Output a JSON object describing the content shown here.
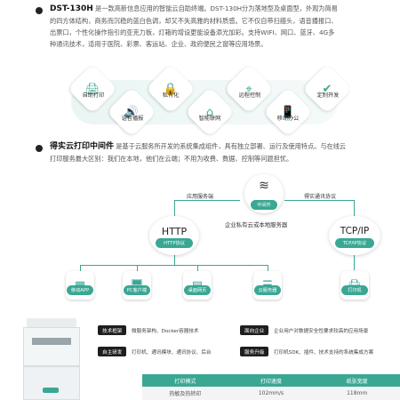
{
  "colors": {
    "accent": "#3aa794",
    "dark": "#1e1e1e"
  },
  "intro": {
    "title": "DST-130H",
    "lines": [
      "是一款高新信息应用的智能云自助终端。DST-130H分为落地型及桌面型，外观为简易",
      "的四方体结构，商务而沉稳的蓝白色调，却又不失高雅的材料质感。它不仅自带扫描头，语音播报口、",
      "出票口，个性化操作指引的亚克力板，灯箱的增设更能设备添光加彩。支持WIFI、网口、蓝牙、4G多",
      "种通讯技术，适用于医院、彩票、客运站、企业、政府便民之窗等应用场景。"
    ]
  },
  "features": [
    {
      "label": "自助打印",
      "icon": "print-icon"
    },
    {
      "label": "语音播报",
      "icon": "speaker-icon"
    },
    {
      "label": "私有化",
      "icon": "lock-icon"
    },
    {
      "label": "智能联网",
      "icon": "network-icon"
    },
    {
      "label": "远程控制",
      "icon": "remote-control-icon"
    },
    {
      "label": "移动办公",
      "icon": "mobile-icon"
    },
    {
      "label": "定制开发",
      "icon": "custom-dev-icon"
    }
  ],
  "section2": {
    "title": "得实云打印中间件",
    "lines": [
      "是基于云服务所开发的系统集成组件，具有独立部署、运行及使用特点。与在线云",
      "打印服务最大区别：我们在本地，他们在云端；不用为收费、数据、控制等问题担忧。"
    ]
  },
  "diagram": {
    "center_label": "中间件",
    "left_edge_label": "应用服务端",
    "right_edge_label": "得实通讯协议",
    "under_center": "企业私有云或本地服务器",
    "http": {
      "title": "HTTP",
      "sub": "HTTP协议"
    },
    "tcp": {
      "title": "TCP/IP",
      "sub": "TCP/IP协议"
    },
    "endpoints": [
      {
        "label": "移动APP",
        "icon": "apps-grid-icon"
      },
      {
        "label": "PC客户端",
        "icon": "monitor-icon"
      },
      {
        "label": "桌面网页",
        "icon": "webpage-icon"
      },
      {
        "label": "云服务器",
        "icon": "server-icon"
      },
      {
        "label": "打印机",
        "icon": "printer-icon"
      }
    ]
  },
  "specs": {
    "left": [
      {
        "tag": "技术框架",
        "text": "微服务架构、Docker容器技术"
      },
      {
        "tag": "自主研发",
        "text": "打印机、通讯模块、通讯协议、后台"
      }
    ],
    "right": [
      {
        "tag": "面向企业",
        "text": "企业用户对数据安全性要求较高的应用场景"
      },
      {
        "tag": "服务升级",
        "text": "打印机SDK、插件、技术支持的系统集成方案"
      }
    ]
  },
  "table": {
    "headers": [
      "打印模式",
      "打印速度",
      "纸张宽度"
    ],
    "rows": [
      [
        "热敏及热转印",
        "102mm/s",
        "118mm"
      ]
    ]
  }
}
